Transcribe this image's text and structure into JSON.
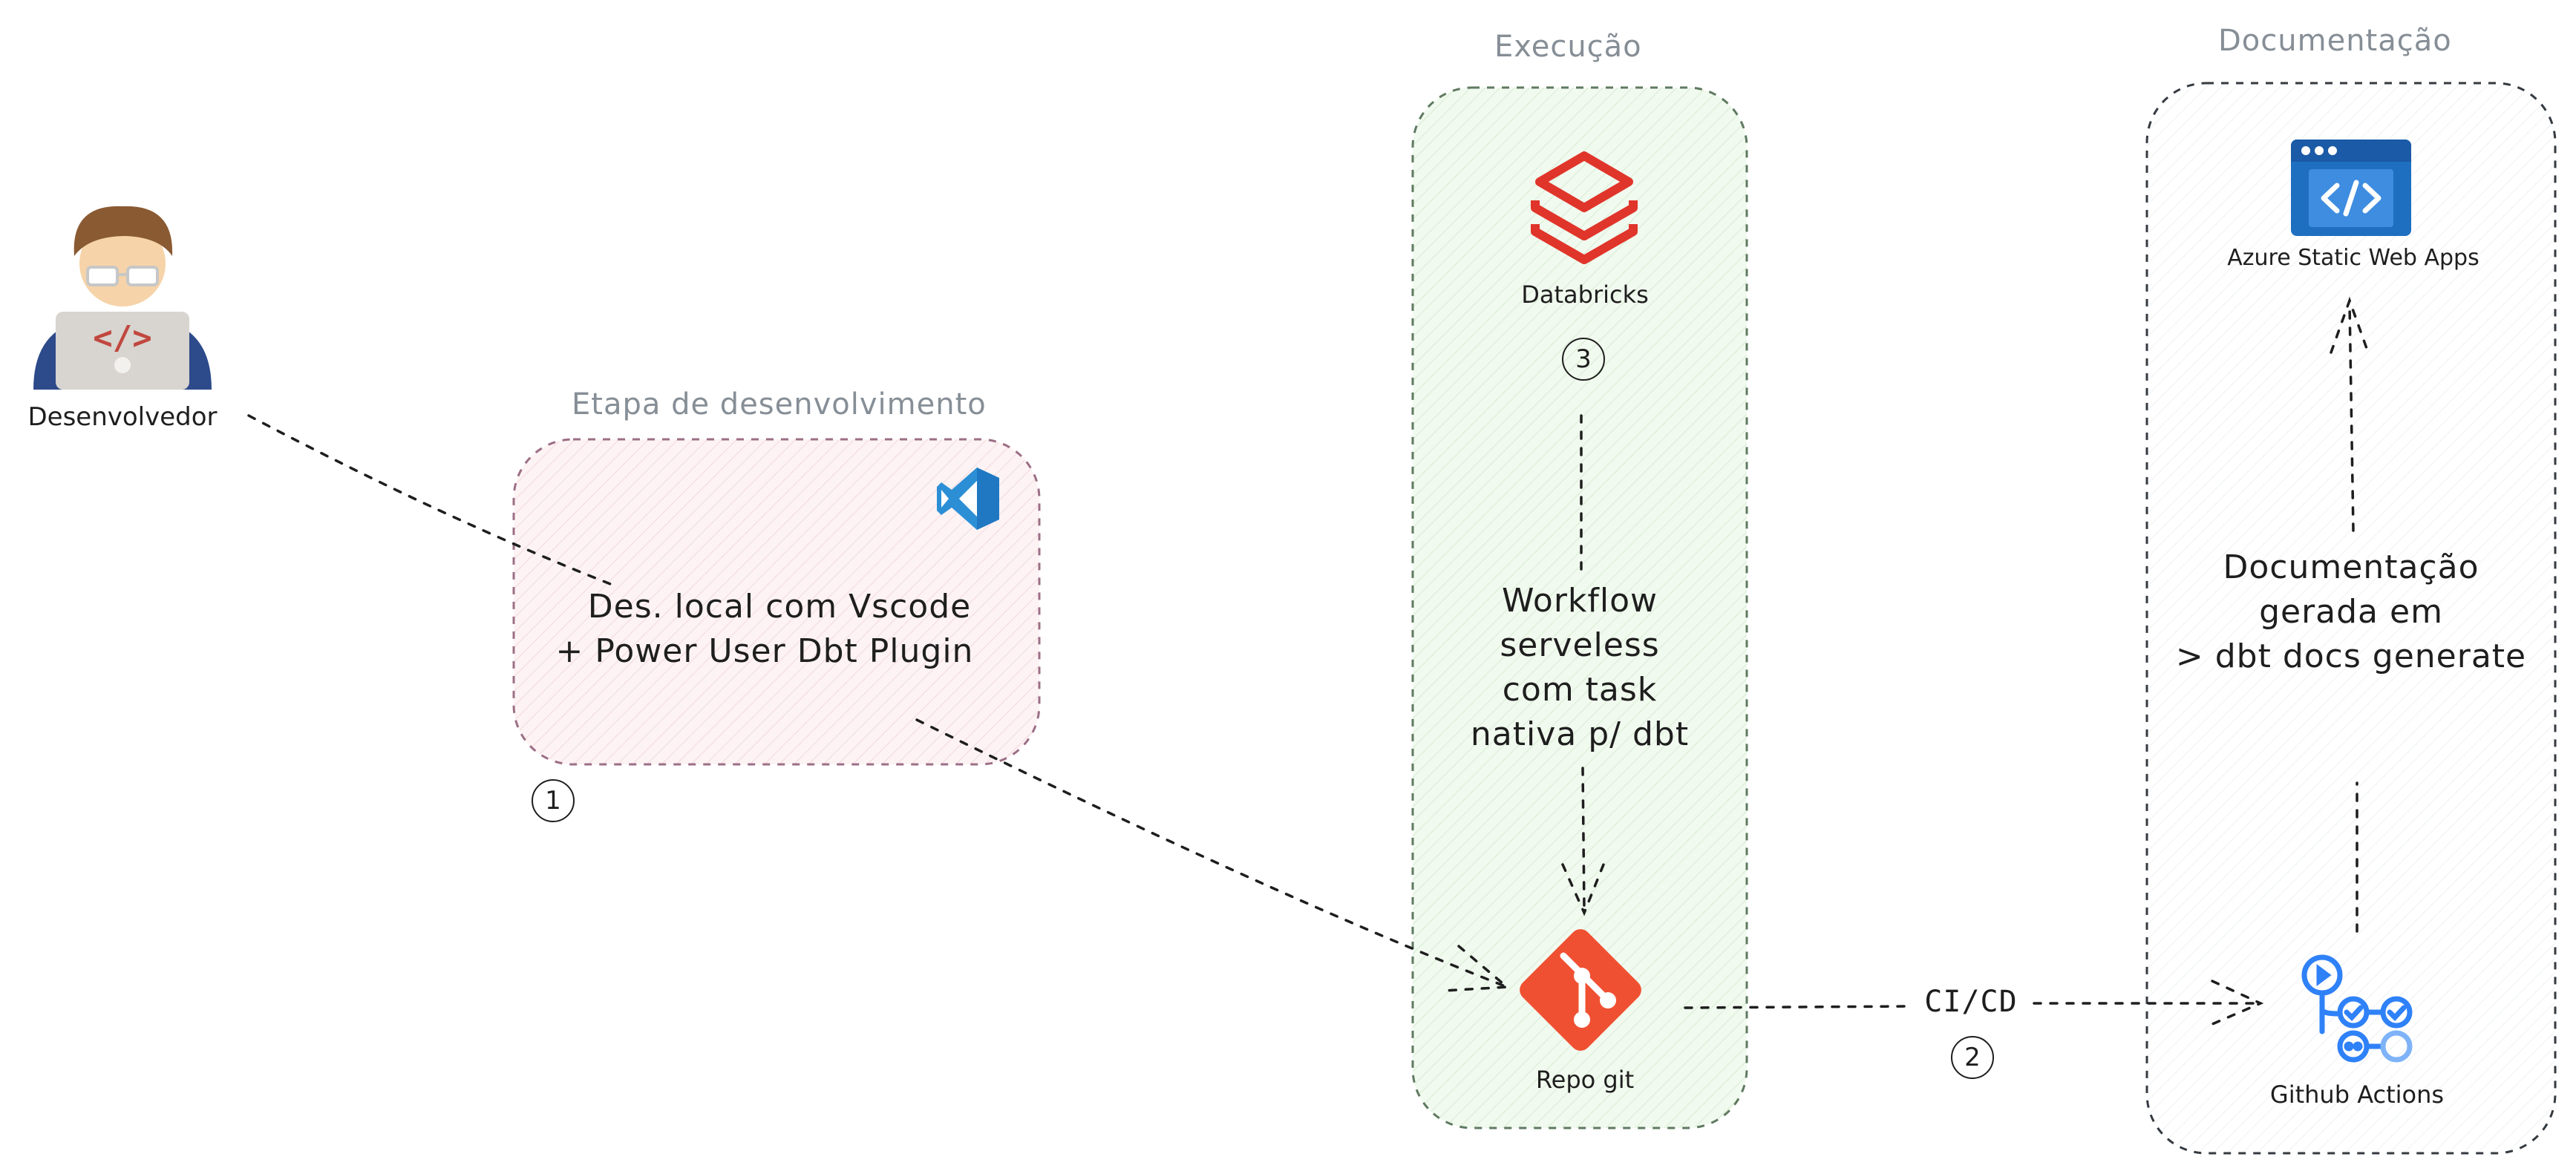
{
  "developer": {
    "label": "Desenvolvedor"
  },
  "dev_stage": {
    "title": "Etapa de desenvolvimento",
    "description_line1": "Des. local com Vscode",
    "description_line2": "+ Power User Dbt Plugin",
    "step": "1"
  },
  "execution": {
    "title": "Execução",
    "databricks_label": "Databricks",
    "step": "3",
    "workflow_line1": "Workflow",
    "workflow_line2": "serveless",
    "workflow_line3": "com task",
    "workflow_line4": "nativa p/ dbt",
    "repo_label": "Repo git"
  },
  "cicd": {
    "label": "CI/CD",
    "step": "2"
  },
  "documentation": {
    "title": "Documentação",
    "webapps_label": "Azure Static Web Apps",
    "doc_line1": "Documentação",
    "doc_line2": "gerada em",
    "doc_line3": "> dbt docs generate",
    "actions_label": "Github Actions"
  },
  "colors": {
    "dev_stage_border": "#9c6f86",
    "dev_stage_fill": "#fdf0f2",
    "execution_border": "#5f7a60",
    "execution_fill": "#eef8ec",
    "doc_border": "#343a40",
    "databricks": "#e0352b",
    "git": "#f05032",
    "vscode": "#2c8fd6",
    "azure": "#1e6fc0",
    "actions": "#2f81f7"
  }
}
